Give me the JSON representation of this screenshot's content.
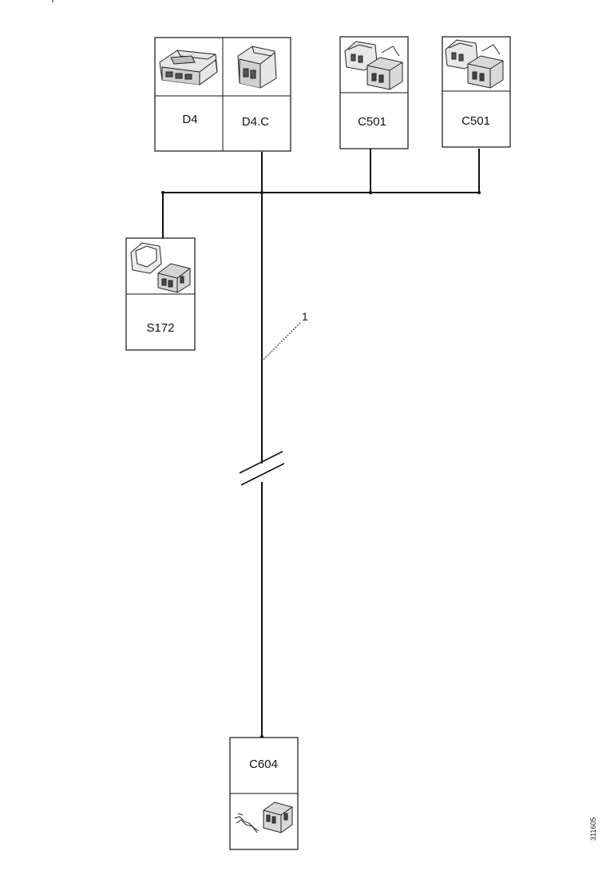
{
  "connectors": {
    "d4": "D4",
    "d4c": "D4.C",
    "c501_a": "C501",
    "c501_b": "C501",
    "s172": "S172",
    "c604": "C604"
  },
  "callout": "1",
  "reference": "311605",
  "icons": {
    "d4": "connector-housing-icon",
    "d4c": "connector-plug-icon",
    "c501_a": "connector-pair-icon",
    "c501_b": "connector-pair-icon",
    "s172": "connector-pair-icon",
    "c604": "terminal-connector-icon"
  }
}
